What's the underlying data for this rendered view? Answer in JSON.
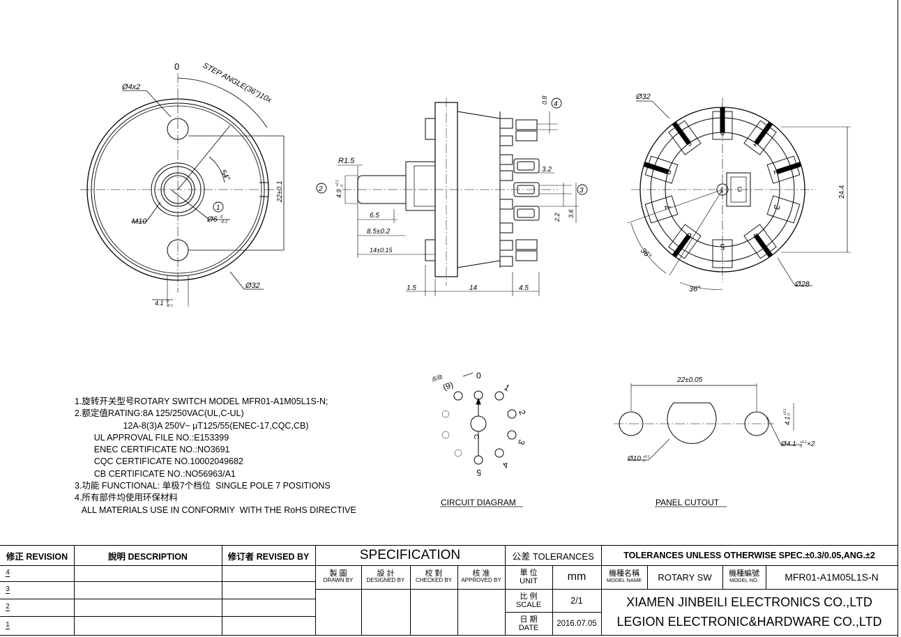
{
  "views": {
    "front": {
      "zero": "0",
      "step_angle": "STEP ANGLE(36°)10x",
      "hole": "Ø4x2",
      "angle": "54°",
      "thread": "M10",
      "shaft": "Ø6",
      "shaft_tol_top": "0",
      "shaft_tol_bot": "-0.1",
      "diameter": "Ø32",
      "height": "22±0.1",
      "width_label": "4.1",
      "width_tol_top": "0",
      "width_tol_bot": "-0.1",
      "marker_1": "1"
    },
    "side": {
      "r": "R1.5",
      "shaft_h": "4.9",
      "shaft_h_tol_top": "+0.1",
      "shaft_h_tol_bot": "0",
      "d65": "6.5",
      "d85": "8.5±0.2",
      "d14a": "14±0.15",
      "d15": "1.5",
      "d14": "14",
      "d45": "4.5",
      "d08": "0.8",
      "d32": "3.2",
      "d22": "2.2",
      "d36": "3.6",
      "marker_2": "2",
      "marker_3": "3",
      "marker_4": "4"
    },
    "rear": {
      "d32": "Ø32",
      "d28": "Ø28",
      "h": "24.4",
      "a1": "36°",
      "a2": "36°",
      "pos": [
        "0",
        "1",
        "2",
        "3",
        "4",
        "5",
        "6",
        "7",
        "8",
        "9"
      ],
      "center": "C",
      "marker_1": "1"
    },
    "circuit": {
      "title": "CIRCUIT DIAGRAM",
      "dot_label": "点动",
      "positions": [
        "0",
        "1",
        "2",
        "3",
        "4",
        "5"
      ],
      "nine": "(9)",
      "center": "C"
    },
    "cutout": {
      "title": "PANEL CUTOUT",
      "width": "22±0.05",
      "flat": "4.1",
      "flat_tol_top": "+0.1",
      "flat_tol_bot": "0",
      "hole": "Ø4.1",
      "hole_tol_top": "+0.1",
      "hole_tol_bot": "0",
      "hole_x2": "×2",
      "center": "Ø10",
      "center_tol_top": "+0.1",
      "center_tol_bot": "0"
    }
  },
  "notes": [
    "1.旋转开关型号ROTARY SWITCH MODEL MFR01-A1M05L1S-N;",
    "2.额定值RATING:8A 125/250VAC(UL,C-UL)",
    "                    12A-8(3)A 250V~ μT125/55(ENEC-17,CQC,CB)",
    "        UL APPROVAL FILE NO.:E153399",
    "        ENEC CERTIFICATE NO.:NO3691",
    "        CQC CERTIFICATE NO.10002049682",
    "        CB CERTIFICATE NO.:NO56963/A1",
    "3.功能 FUNCTIONAL: 单极7个档位  SINGLE POLE 7 POSITIONS",
    "4.所有部件均使用环保材料",
    "   ALL MATERIALS USE IN CONFORMIY  WITH THE RoHS DIRECTIVE"
  ],
  "title_block": {
    "revision": "修正 REVISION",
    "description": "說明 DESCRIPTION",
    "revised_by": "修订者 REVISED BY",
    "rev_marks": [
      "4",
      "3",
      "2",
      "1"
    ],
    "specification": "SPECIFICATION",
    "drawn_cn": "製  圖",
    "drawn_en": "DRAWN BY",
    "designed_cn": "設  計",
    "designed_en": "DESIGNED BY",
    "checked_cn": "校  對",
    "checked_en": "CHECKED BY",
    "approved_cn": "核  准",
    "approved_en": "APPROVED BY",
    "tolerances": "公差 TOLERANCES",
    "unit_cn": "單 位",
    "unit_en": "UNIT",
    "unit_val": "mm",
    "scale_cn": "比 例",
    "scale_en": "SCALE",
    "scale_val": "2/1",
    "date_cn": "日 期",
    "date_en": "DATE",
    "date_val": "2016.07.05",
    "tol_text": "TOLERANCES UNLESS OTHERWISE SPEC.±0.3/0.05,ANG.±2",
    "model_name_cn": "機種名稱",
    "model_name_en": "MODEL NAME",
    "model_name_val": "ROTARY SW",
    "model_no_cn": "機種編號",
    "model_no_en": "MODEL NO.",
    "model_no_val": "MFR01-A1M05L1S-N",
    "company1": "XIAMEN JINBEILI ELECTRONICS CO.,LTD",
    "company2": "LEGION ELECTRONIC&HARDWARE CO.,LTD"
  }
}
